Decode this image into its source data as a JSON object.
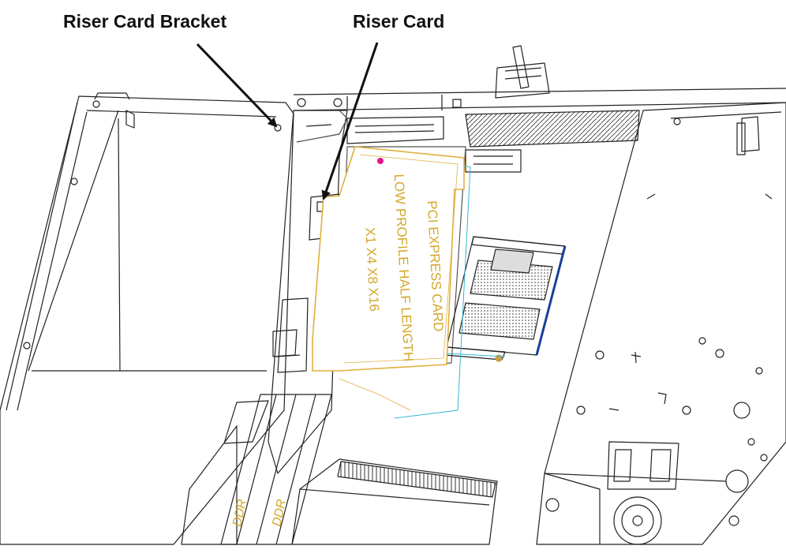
{
  "callouts": {
    "riser_card_bracket": "Riser Card Bracket",
    "riser_card": "Riser Card"
  },
  "card_text": {
    "line1": "PCI EXPRESS CARD",
    "line2": "LOW PROFILE HALF LENGTH",
    "line3": "X1 X4 X8 X16"
  },
  "dimm_labels": [
    "DDR",
    "DDR"
  ],
  "colors": {
    "line": "#222222",
    "card_outline": "#e0b040",
    "card_text": "#d4a82a",
    "cyan_trace": "#39b7d6",
    "magenta_dot": "#e0148c",
    "blue_edge": "#1a3f9c"
  }
}
